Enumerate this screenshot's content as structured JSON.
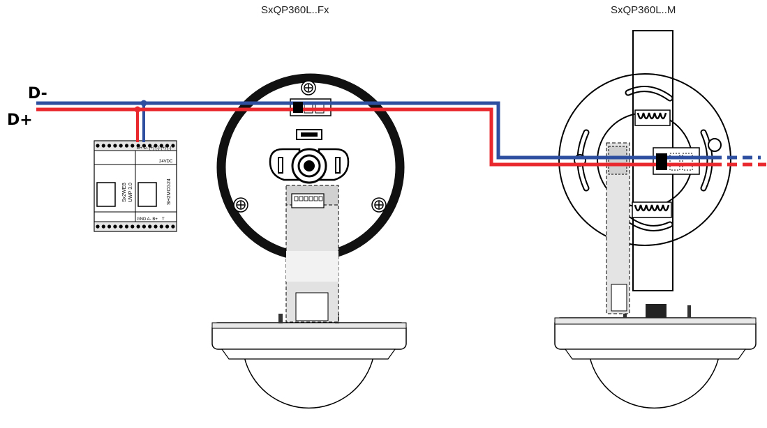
{
  "titles": {
    "left_device": "SxQP360L..Fx",
    "right_device": "SxQP360L..M"
  },
  "bus_labels": {
    "minus": "D-",
    "plus": "D+"
  },
  "controller": {
    "model_a_line1": "Sx2WEB",
    "model_a_line2": "UWP 3.0",
    "model_b": "SH2MCG24",
    "top_terminals": "D+ D- (+) (-) (+) (-)",
    "supply_label": "24VDC",
    "bottom_terminals": "GND A-  B+",
    "bottom_t": "T"
  },
  "colors": {
    "d_minus_wire": "#2e4fa0",
    "d_plus_wire": "#e8282d",
    "outline": "#000000",
    "module_fill": "#ececec",
    "sensor_ring": "#111111"
  }
}
